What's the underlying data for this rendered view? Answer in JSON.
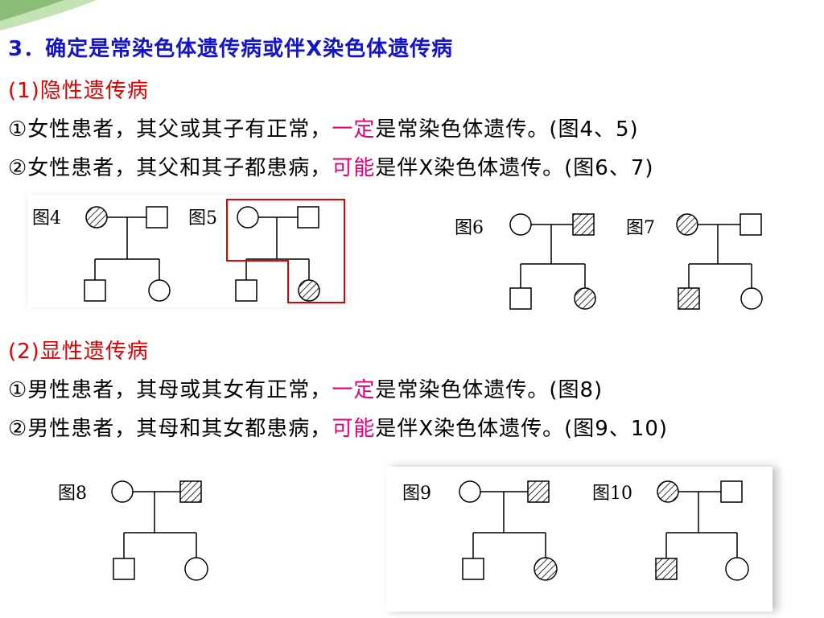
{
  "heading": "3．确定是常染色体遗传病或伴X染色体遗传病",
  "section1": {
    "title": "(1)隐性遗传病",
    "line1": {
      "prefix": "①女性患者，其父或其子有正常，",
      "emph": "一定",
      "suffix": "是常染色体遗传。(图4、5)"
    },
    "line2": {
      "prefix": "②女性患者，其父和其子都患病，",
      "emph": "可能",
      "suffix": "是伴X染色体遗传。(图6、7)"
    }
  },
  "section2": {
    "title": "(2)显性遗传病",
    "line1": {
      "prefix": "①男性患者，其母或其女有正常，",
      "emph": "一定",
      "suffix": "是常染色体遗传。(图8)"
    },
    "line2": {
      "prefix": "②男性患者，其母和其女都患病，",
      "emph": "可能",
      "suffix": "是伴X染色体遗传。(图9、10)"
    }
  },
  "figures": {
    "fig4": "图4",
    "fig5": "图5",
    "fig6": "图6",
    "fig7": "图7",
    "fig8": "图8",
    "fig9": "图9",
    "fig10": "图10"
  },
  "colors": {
    "heading": "#1414c8",
    "section": "#e00000",
    "emphasis": "#e0007a",
    "highlight_box": "#e00000"
  }
}
